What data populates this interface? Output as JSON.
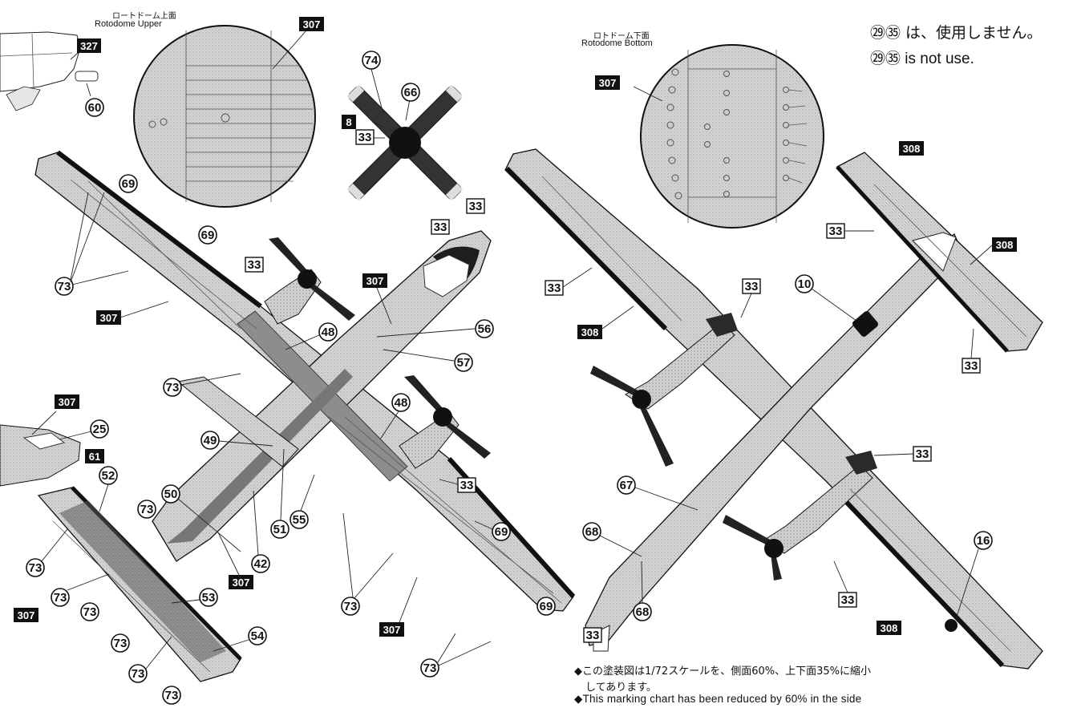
{
  "rotodome_upper": {
    "title_ja": "ロートドーム上面",
    "title_en": "Rotodome Upper"
  },
  "rotodome_bottom": {
    "title_ja": "ロトドーム下面",
    "title_en": "Rotodome Bottom"
  },
  "notes": {
    "unused_ja": "㉙㉟ は、使用しません。",
    "unused_en": "㉙㉟ is not use.",
    "scale_ja_line1": "◆この塗装図は1/72スケールを、側面60%、上下面35%に縮小",
    "scale_ja_line2": "してあります。",
    "scale_en": "◆This marking chart has been reduced by 60% in the side"
  },
  "decal_numbers": {
    "n8": "8",
    "n10": "10",
    "n16": "16",
    "n25": "25",
    "n33": "33",
    "n42": "42",
    "n48": "48",
    "n49": "49",
    "n50": "50",
    "n51": "51",
    "n52": "52",
    "n53": "53",
    "n54": "54",
    "n55": "55",
    "n56": "56",
    "n57": "57",
    "n60": "60",
    "n61": "61",
    "n66": "66",
    "n67": "67",
    "n68": "68",
    "n69": "69",
    "n73": "73",
    "n74": "74"
  },
  "paint_codes": {
    "p307": "307",
    "p308": "308",
    "p327": "327"
  },
  "colors": {
    "ink": "#111111",
    "gray_light": "#d4d4d4",
    "gray_mid": "#bdbdbd",
    "gray_dark": "#8f8f8f",
    "black": "#1a1a1a"
  }
}
